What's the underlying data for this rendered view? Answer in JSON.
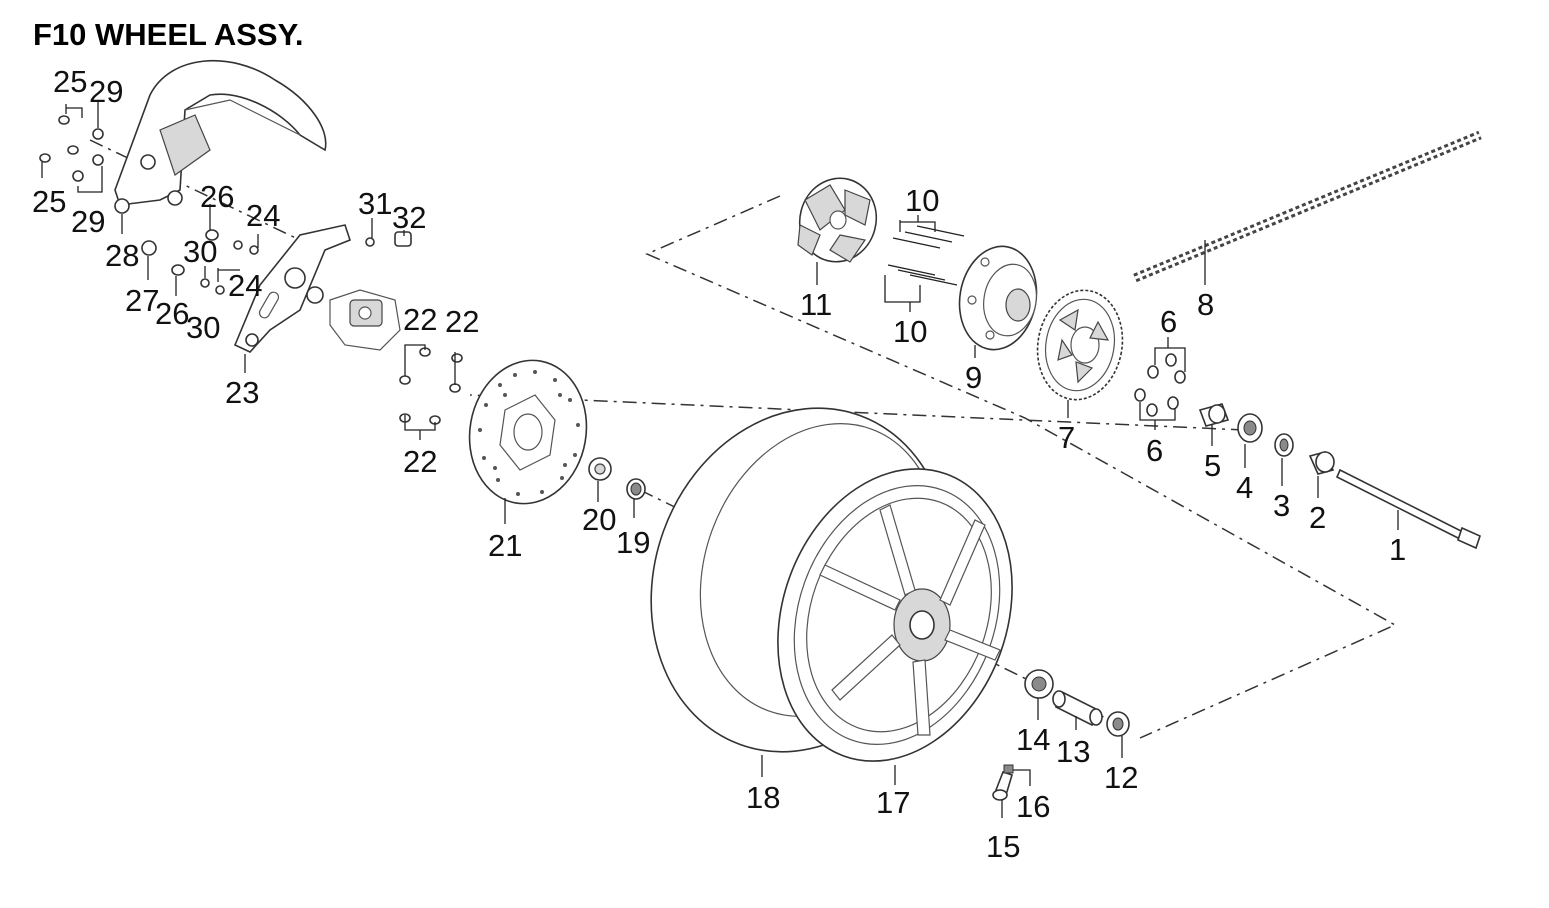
{
  "title": "F10  WHEEL ASSY.",
  "callouts": {
    "c1": "1",
    "c2": "2",
    "c3": "3",
    "c4": "4",
    "c5": "5",
    "c6a": "6",
    "c6b": "6",
    "c7": "7",
    "c8": "8",
    "c9": "9",
    "c10a": "10",
    "c10b": "10",
    "c11": "11",
    "c12": "12",
    "c13": "13",
    "c14": "14",
    "c15": "15",
    "c16": "16",
    "c17": "17",
    "c18": "18",
    "c19": "19",
    "c20": "20",
    "c21": "21",
    "c22a": "22",
    "c22b": "22",
    "c22c": "22",
    "c23": "23",
    "c24a": "24",
    "c24b": "24",
    "c25a": "25",
    "c25b": "25",
    "c26a": "26",
    "c26b": "26",
    "c27": "27",
    "c28": "28",
    "c29a": "29",
    "c29b": "29",
    "c30a": "30",
    "c30b": "30",
    "c31": "31",
    "c32": "32"
  }
}
